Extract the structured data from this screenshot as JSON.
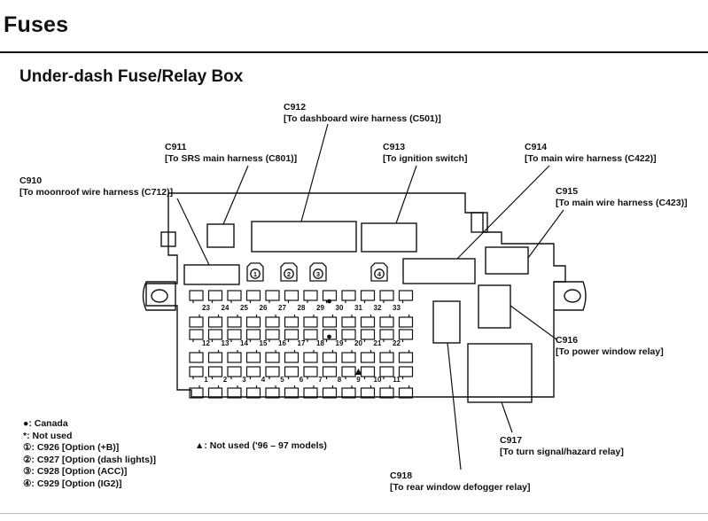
{
  "page": {
    "title": "Fuses",
    "subtitle": "Under-dash Fuse/Relay Box"
  },
  "callouts": {
    "c912": {
      "code": "C912",
      "desc": "[To dashboard wire harness (C501)]"
    },
    "c911": {
      "code": "C911",
      "desc": "[To SRS main harness (C801)]"
    },
    "c913": {
      "code": "C913",
      "desc": "[To ignition switch]"
    },
    "c914": {
      "code": "C914",
      "desc": "[To main wire harness (C422)]"
    },
    "c910": {
      "code": "C910",
      "desc": "[To moonroof wire harness (C712)]"
    },
    "c915": {
      "code": "C915",
      "desc": "[To main wire harness (C423)]"
    },
    "c916": {
      "code": "C916",
      "desc": "[To power window relay]"
    },
    "c917": {
      "code": "C917",
      "desc": "[To turn signal/hazard relay]"
    },
    "c918": {
      "code": "C918",
      "desc": "[To rear window defogger relay]"
    }
  },
  "fuses": {
    "row_top": [
      "23",
      "24",
      "25",
      "26",
      "27",
      "28",
      "29",
      "30",
      "31",
      "32",
      "33"
    ],
    "row_mid": [
      "12",
      "13",
      "14",
      "15",
      "16",
      "17",
      "18",
      "19",
      "20",
      "21",
      "22"
    ],
    "row_bot": [
      "1",
      "2",
      "3",
      "4",
      "5",
      "6",
      "7",
      "8",
      "9",
      "10",
      "11"
    ]
  },
  "option_markers": [
    "1",
    "2",
    "3",
    "4"
  ],
  "legend": {
    "canada": "●: Canada",
    "not_used": "*: Not used",
    "opt1": "①: C926 [Option (+B)]",
    "opt2": "②: C927 [Option (dash lights)]",
    "opt3": "③: C928 [Option (ACC)]",
    "opt4": "④: C929 [Option (IG2)]",
    "triangle": "▲: Not used ('96 – 97 models)"
  }
}
